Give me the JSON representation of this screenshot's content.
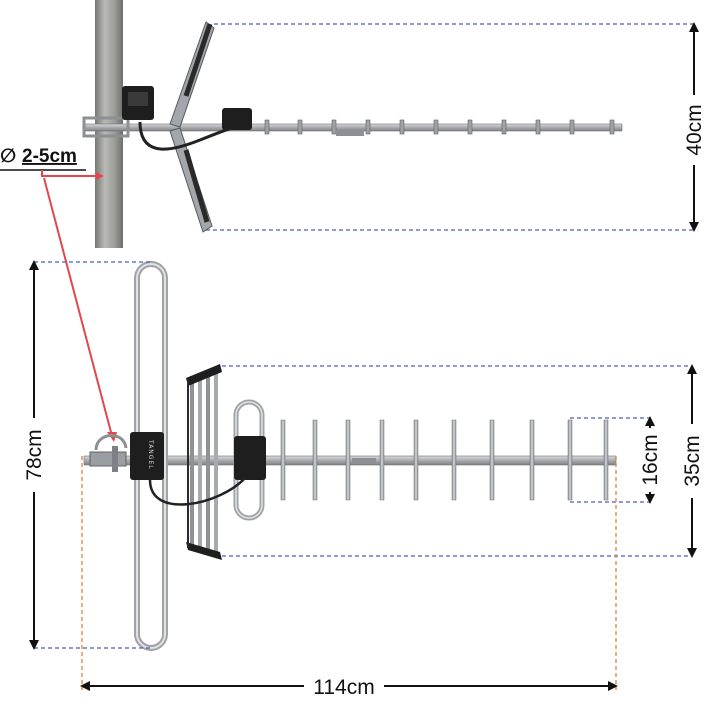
{
  "labels": {
    "pipe_diameter": "2-5cm",
    "pipe_diameter_symbol": "∅",
    "top_height": "40cm",
    "left_height": "78cm",
    "reflector_height": "35cm",
    "element_height": "16cm",
    "total_length": "114cm",
    "brand": "TANGEL"
  },
  "colors": {
    "dimension_line": "#4a5fc4",
    "length_line": "#d9873a",
    "pointer_line": "#e2474b",
    "metal": "#b5b7ba",
    "metal_dark": "#7d8084",
    "plastic": "#1e1e1e",
    "pole": "#9a9b97"
  }
}
